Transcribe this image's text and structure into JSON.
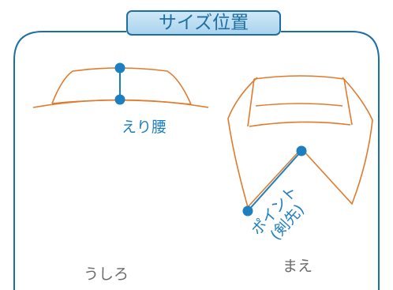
{
  "title": "サイズ位置",
  "labels": {
    "collar_height": "えり腰",
    "point_line1": "ポイント",
    "point_line2": "(剣先)"
  },
  "captions": {
    "back": "うしろ",
    "front": "まえ"
  },
  "colors": {
    "frame": "#1d6fa3",
    "accent": "#1d7fc0",
    "collar_outline": "#e07b2e",
    "caption_text": "#6b6b6b"
  }
}
